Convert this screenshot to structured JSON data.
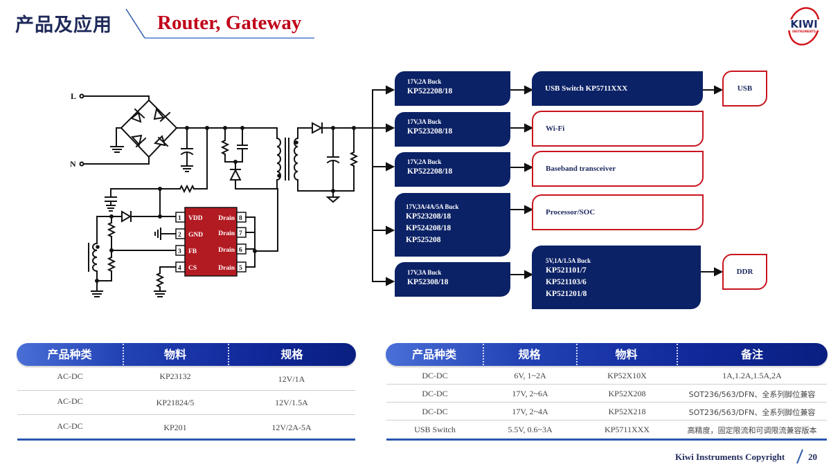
{
  "header": {
    "title_cn": "产品及应用",
    "title_en": "Router, Gateway",
    "logo": {
      "name": "KIWI",
      "sub": "INSTRUMENTS"
    }
  },
  "colors": {
    "navy": "#0c2266",
    "red": "#c8141e",
    "title_red": "#c00018",
    "ic_red": "#b31b22",
    "table_accent": "#2a56b0"
  },
  "schematic": {
    "inputs": {
      "live": "L",
      "neutral": "N"
    },
    "ic": {
      "left_pins": [
        {
          "num": "1",
          "name": "VDD"
        },
        {
          "num": "2",
          "name": "GND"
        },
        {
          "num": "3",
          "name": "FB"
        },
        {
          "num": "4",
          "name": "CS"
        }
      ],
      "right_pins": [
        {
          "num": "8",
          "name": "Drain"
        },
        {
          "num": "7",
          "name": "Drain"
        },
        {
          "num": "6",
          "name": "Drain"
        },
        {
          "num": "5",
          "name": "Drain"
        }
      ]
    }
  },
  "blocks": {
    "buck1": {
      "sub": "17V,2A Buck",
      "parts": [
        "KP522208/18"
      ]
    },
    "buck2": {
      "sub": "17V,3A Buck",
      "parts": [
        "KP523208/18"
      ]
    },
    "buck3": {
      "sub": "17V,2A Buck",
      "parts": [
        "KP522208/18"
      ]
    },
    "buck4": {
      "sub": "17V,3A/4A/5A Buck",
      "parts": [
        "KP523208/18",
        "KP524208/18",
        "KP525208"
      ]
    },
    "buck5": {
      "sub": "17V,3A Buck",
      "parts": [
        "KP52308/18"
      ]
    },
    "usb_switch": {
      "label": "USB Switch KP5711XXX"
    },
    "buck6": {
      "sub": "5V,1A/1.5A Buck",
      "parts": [
        "KP521101/7",
        "KP521103/6",
        "KP521201/8"
      ]
    },
    "loads": {
      "usb": "USB",
      "wifi": "Wi-Fi",
      "baseband": "Baseband transceiver",
      "processor": "Processor/SOC",
      "ddr": "DDR"
    }
  },
  "table_left": {
    "headers": [
      "产品种类",
      "物料",
      "规格"
    ],
    "rows": [
      [
        "AC-DC",
        "KP23132",
        "12V/1A"
      ],
      [
        "AC-DC",
        "KP21824/5",
        "12V/1.5A"
      ],
      [
        "AC-DC",
        "KP201",
        "12V/2A-5A"
      ]
    ]
  },
  "table_right": {
    "headers": [
      "产品种类",
      "规格",
      "物料",
      "备注"
    ],
    "rows": [
      [
        "DC-DC",
        "6V, 1~2A",
        "KP52X10X",
        "1A,1.2A,1.5A,2A"
      ],
      [
        "DC-DC",
        "17V, 2~6A",
        "KP52X208",
        "SOT236/563/DFN、全系列脚位兼容"
      ],
      [
        "DC-DC",
        "17V, 2~4A",
        "KP52X218",
        "SOT236/563/DFN、全系列脚位兼容"
      ],
      [
        "USB Switch",
        "5.5V, 0.6~3A",
        "KP5711XXX",
        "高精度，固定限流和可调限流兼容版本"
      ]
    ]
  },
  "footer": {
    "copyright": "Kiwi Instruments Copyright",
    "page": "20"
  }
}
